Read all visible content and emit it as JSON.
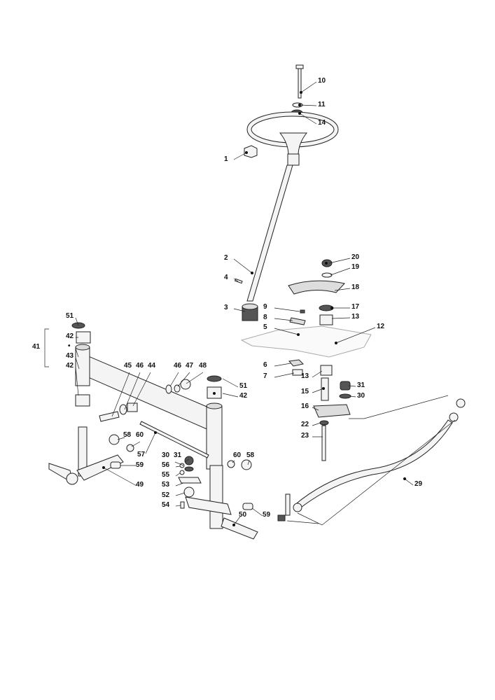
{
  "diagram": {
    "title": "Steering assembly exploded parts diagram",
    "callouts": [
      "10",
      "11",
      "14",
      "1",
      "2",
      "4",
      "3",
      "20",
      "19",
      "18",
      "17",
      "13",
      "9",
      "8",
      "5",
      "12",
      "6",
      "7",
      "13",
      "15",
      "16",
      "22",
      "23",
      "31",
      "30",
      "29",
      "51",
      "42",
      "41",
      "•",
      "43",
      "42",
      "45",
      "46",
      "44",
      "46",
      "47",
      "48",
      "51",
      "42",
      "58",
      "60",
      "57",
      "59",
      "49",
      "30",
      "31",
      "56",
      "55",
      "53",
      "52",
      "54",
      "60",
      "58",
      "50",
      "59"
    ]
  }
}
